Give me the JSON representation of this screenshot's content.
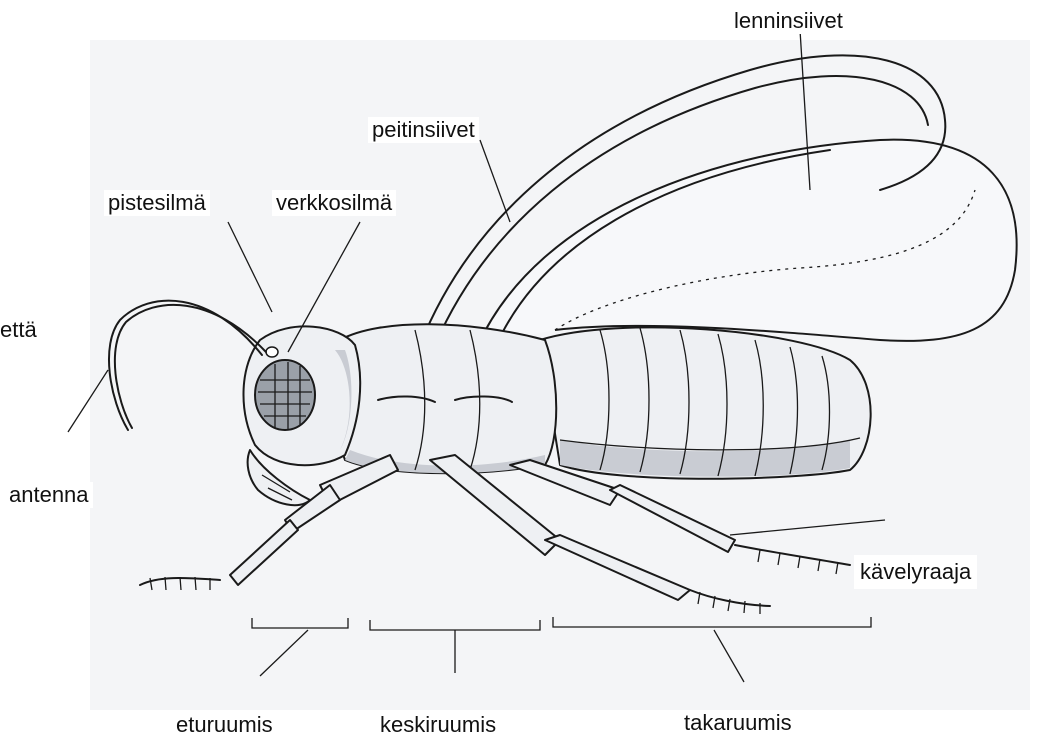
{
  "labels": {
    "lenninsiivet": "lenninsiivet",
    "peitinsiivet": "peitinsiivet",
    "pistesilma": "pistesilmä",
    "verkkosilma": "verkkosilmä",
    "tuntosarvi_fragment": "että",
    "antenna": "antenna",
    "kavelyraaja": "kävelyraaja",
    "eturuumis": "eturuumis",
    "keskiruumis": "keskiruumis",
    "takaruumis": "takaruumis"
  },
  "colors": {
    "background": "#ffffff",
    "paper": "#f4f5f7",
    "body_fill": "#eef0f3",
    "shade": "#c9ccd3",
    "ink": "#1a1a1a"
  }
}
